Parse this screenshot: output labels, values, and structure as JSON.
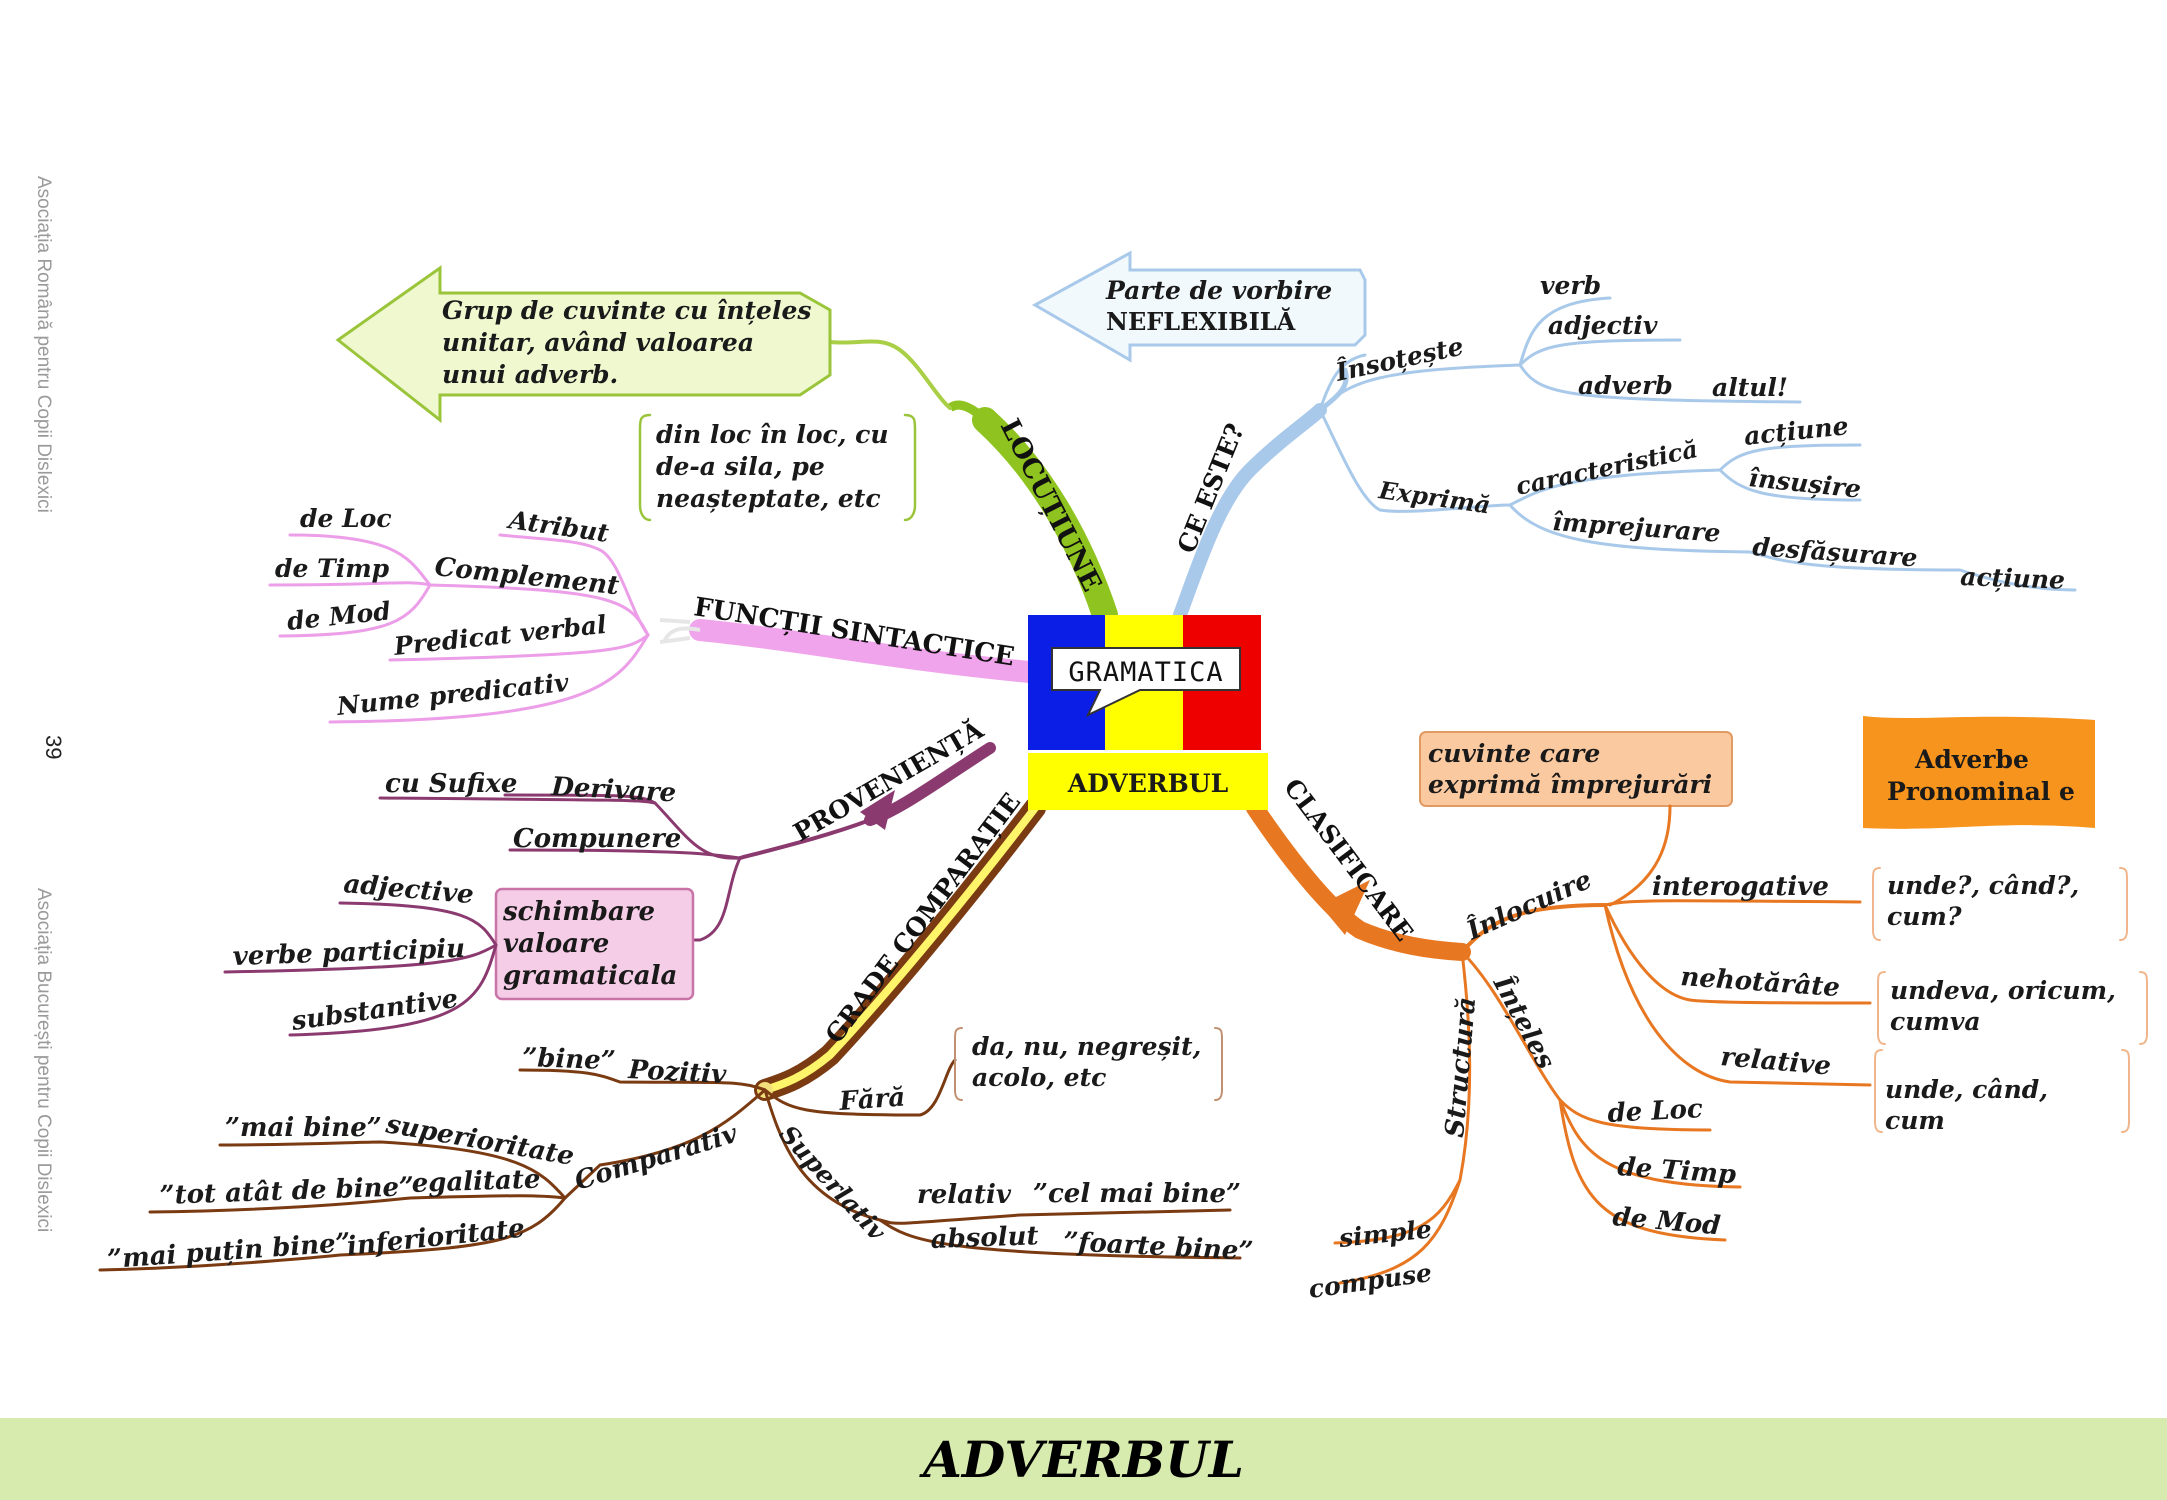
{
  "sidebar": {
    "left_text_top": "Asociația Română pentru Copii Dislexici",
    "left_text_bottom": "Asociația București pentru Copii Dislexici",
    "page_number": "39"
  },
  "center": {
    "bubble": "GRAMATICA",
    "title": "ADVERBUL"
  },
  "branches": {
    "locutiune": {
      "label": "LOCUȚIUNE",
      "definition": [
        "Grup de cuvinte cu înțeles",
        "unitar, având valoarea",
        "unui adverb."
      ],
      "examples": [
        "din loc în loc, cu",
        "de-a sila, pe",
        "neașteptate, etc"
      ]
    },
    "ce_este": {
      "label": "CE ESTE?",
      "definition": [
        "Parte de vorbire",
        "NEFLEXIBILĂ"
      ],
      "insoteste": "Însoțește",
      "insoteste_items": [
        "verb",
        "adjectiv",
        "adverb"
      ],
      "altul": "altul!",
      "exprima": "Exprimă",
      "caracteristica": "caracteristică",
      "caracteristica_items": [
        "acțiune",
        "însușire"
      ],
      "imprejurare": "împrejurare",
      "desfasurare": "desfășurare",
      "actiune": "acțiune"
    },
    "functii": {
      "label": "FUNCȚII SINTACTICE",
      "atribut": "Atribut",
      "complement": "Complement",
      "complement_items": [
        "de Loc",
        "de Timp",
        "de Mod"
      ],
      "predicat": "Predicat verbal",
      "nume": "Nume predicativ"
    },
    "provenienta": {
      "label": "PROVENIENȚĂ",
      "derivare": "Derivare",
      "sufixe": "cu Sufixe",
      "compunere": "Compunere",
      "schimbare": [
        "schimbare",
        "valoare",
        "gramaticala"
      ],
      "schimbare_items": [
        "adjective",
        "verbe participiu",
        "substantive"
      ]
    },
    "grade": {
      "label": "GRADE COMPARAȚIE",
      "pozitiv": "Pozitiv",
      "pozitiv_ex": "”bine”",
      "fara": "Fără",
      "fara_ex": [
        "da, nu, negreșit,",
        "acolo, etc"
      ],
      "comparativ": "Comparativ",
      "superioritate": "superioritate",
      "superioritate_ex": "”mai bine”",
      "egalitate": "egalitate",
      "egalitate_ex": "”tot atât de bine”",
      "inferioritate": "inferioritate",
      "inferioritate_ex": "”mai puțin bine”",
      "superlativ": "Superlativ",
      "relativ": "relativ",
      "relativ_ex": "”cel mai bine”",
      "absolut": "absolut",
      "absolut_ex": "”foarte bine”"
    },
    "clasificare": {
      "label": "CLASIFICARE",
      "definition": [
        "cuvinte care",
        "exprimă împrejurări"
      ],
      "pronominale": [
        "Adverbe",
        "Pronominal e"
      ],
      "inlocuire": "Înlocuire",
      "interogative": "interogative",
      "interogative_ex": [
        "unde?, când?,",
        "cum?"
      ],
      "nehotarate": "nehotărâte",
      "nehotarate_ex": [
        "undeva, oricum,",
        "cumva"
      ],
      "relative": "relative",
      "relative_ex": [
        "unde, când,",
        "cum"
      ],
      "inteles": "Înțeles",
      "inteles_items": [
        "de Loc",
        "de Timp",
        "de Mod"
      ],
      "structura": "Structură",
      "structura_items": [
        "simple",
        "compuse"
      ]
    }
  },
  "footer": {
    "title": "ADVERBUL"
  },
  "colors": {
    "green": "#8fc31f",
    "blue": "#a9c9ea",
    "pink": "#ec9fe8",
    "purple": "#8b3a6f",
    "brown": "#7a3a12",
    "orange": "#e87722",
    "flag_blue": "#0a1ee6",
    "flag_yellow": "#ffff00",
    "flag_red": "#ee0000",
    "footer_bg": "#d7ebaf"
  }
}
